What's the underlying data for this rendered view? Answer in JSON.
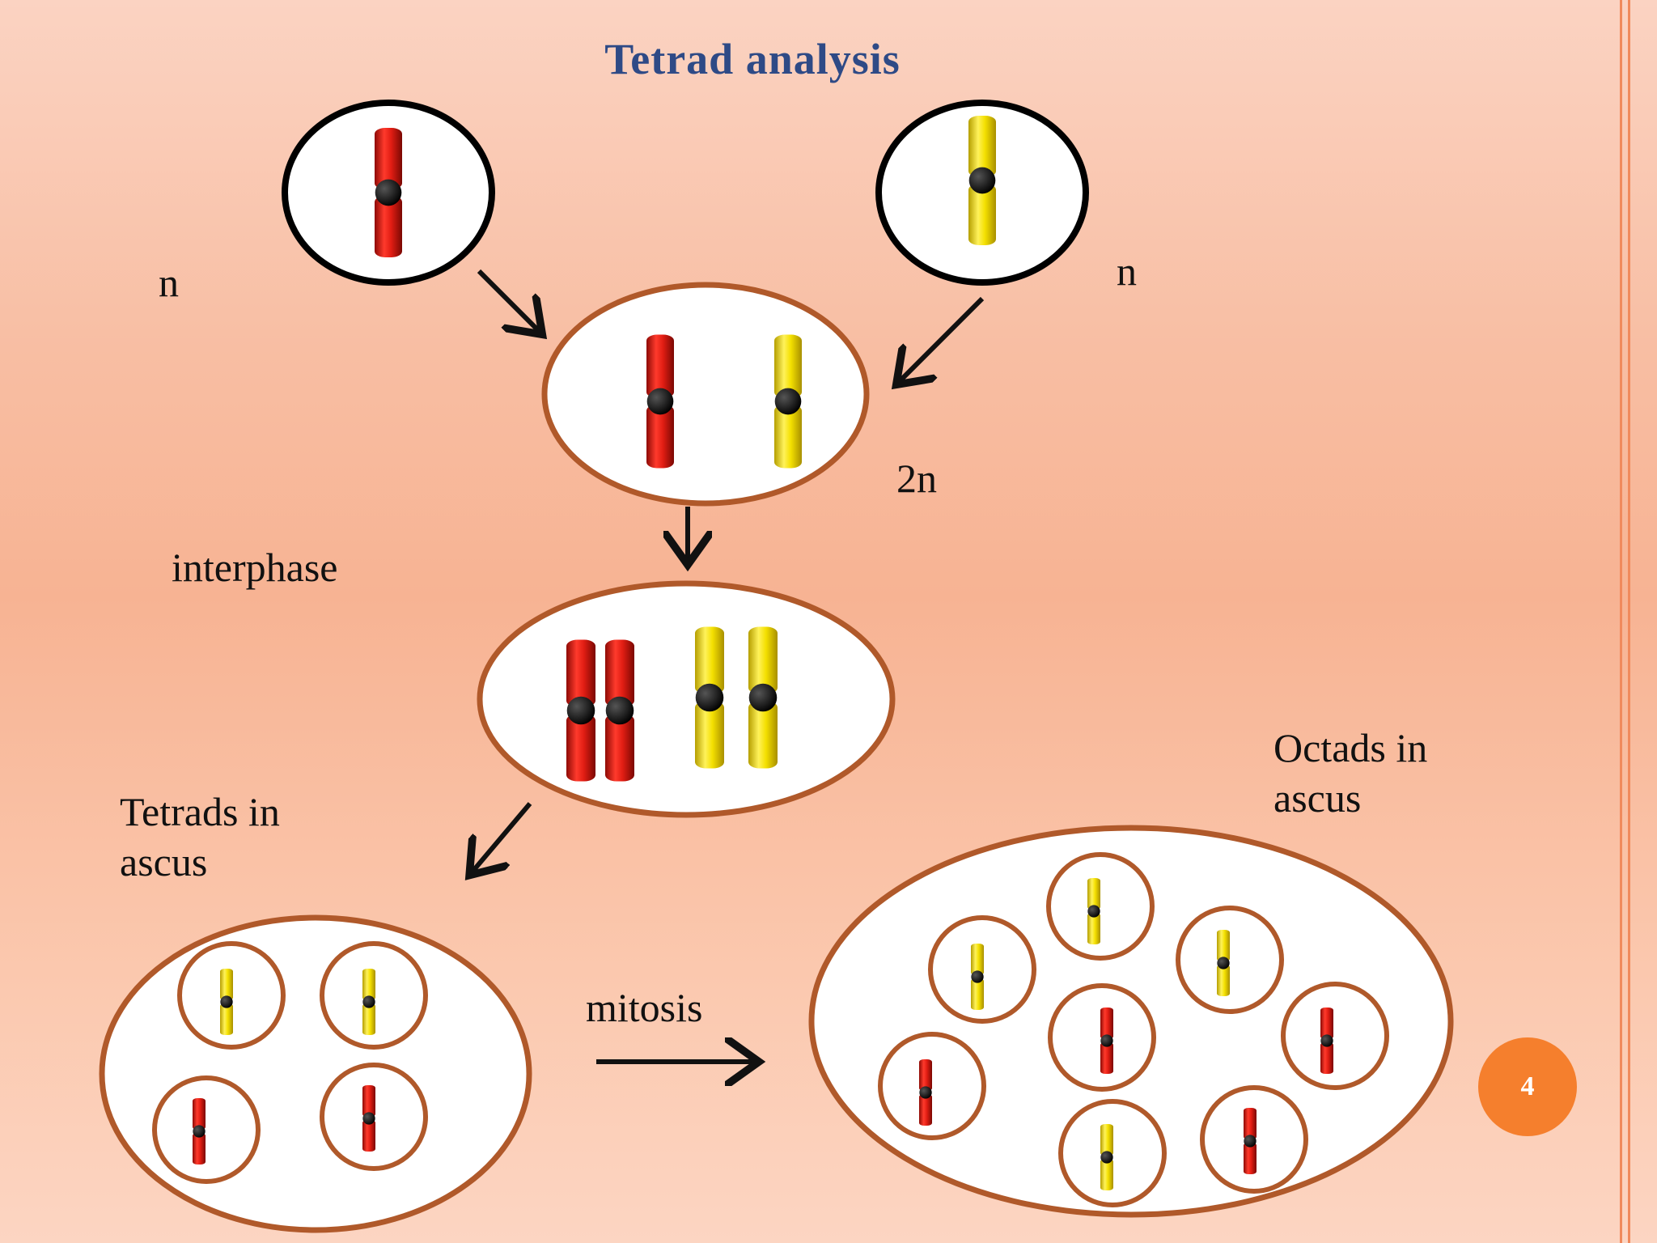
{
  "slide": {
    "title": "Tetrad analysis",
    "page_number": "4"
  },
  "labels": {
    "haploid_left": "n",
    "haploid_right": "n",
    "diploid": "2n",
    "interphase": "interphase",
    "tetrads": "Tetrads in\nascus",
    "octads": "Octads in\nascus",
    "mitosis": "mitosis"
  },
  "colors": {
    "red_chromosome": "#e11d13",
    "yellow_chromosome": "#f4e000",
    "centromere": "#111111",
    "cell_brown": "#b0592a",
    "title": "#2e4a86",
    "page_badge": "#f57f2d"
  },
  "diagram": {
    "haploid_cells": [
      "red",
      "yellow"
    ],
    "diploid_cell": [
      "red",
      "yellow"
    ],
    "replicated_cell": [
      "red",
      "red",
      "yellow",
      "yellow"
    ],
    "tetrad_spores": [
      "yellow",
      "yellow",
      "red",
      "red"
    ],
    "octad_spores": [
      "yellow",
      "yellow",
      "yellow",
      "red",
      "red",
      "red",
      "yellow",
      "red"
    ]
  }
}
